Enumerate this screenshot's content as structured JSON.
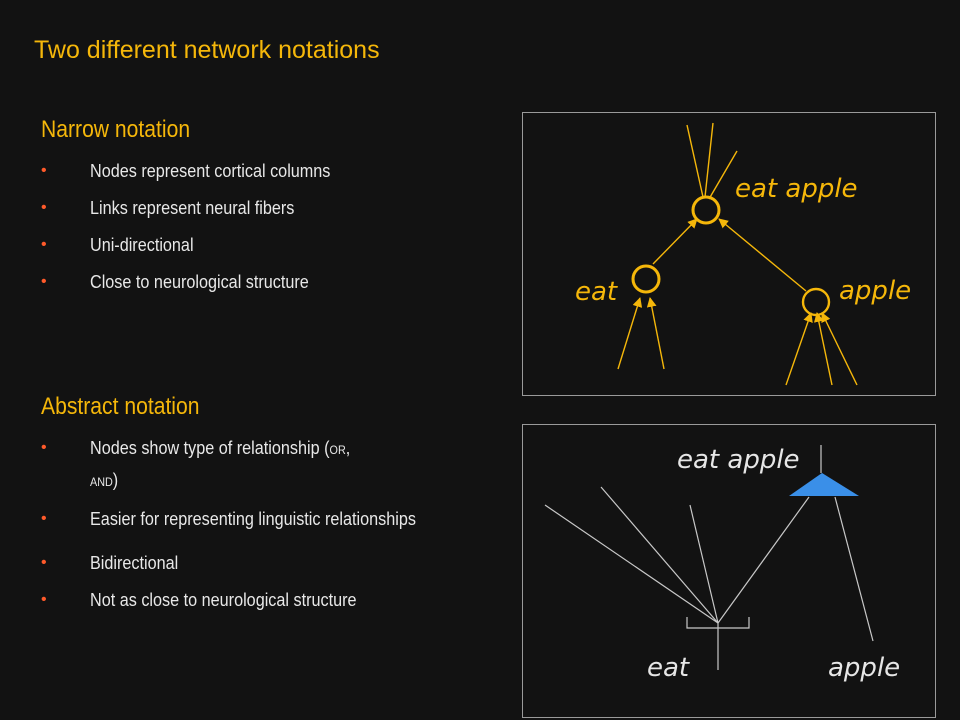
{
  "title": "Two different network notations",
  "narrow": {
    "heading": "Narrow notation",
    "bullets": [
      "Nodes represent cortical columns",
      "Links represent neural fibers",
      "Uni-directional",
      "Close to neurological structure"
    ]
  },
  "abstract": {
    "heading": "Abstract notation",
    "bullets": [
      {
        "pre": "Nodes show type of relationship (",
        "sc1": "OR",
        "mid": ", ",
        "sc2": "AND",
        "post": ")"
      },
      {
        "text": "Easier for representing linguistic relationships"
      },
      {
        "text": "Bidirectional"
      },
      {
        "text": "Not as close to neurological structure"
      }
    ]
  },
  "diagram_narrow": {
    "labels": {
      "top": "eat apple",
      "left": "eat",
      "right": "apple"
    },
    "color": "#f5b70a"
  },
  "diagram_abstract": {
    "labels": {
      "top": "eat apple",
      "left": "eat",
      "right": "apple"
    },
    "line_color": "#c8c8c8",
    "and_node_color": "#3a8fe8"
  },
  "colors": {
    "accent": "#f5b70a",
    "bullet": "#ff5a2a",
    "background": "#121212"
  }
}
